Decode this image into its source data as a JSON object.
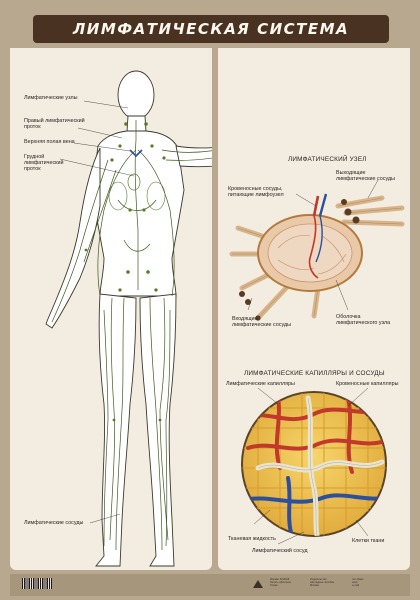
{
  "title": "ЛИМФАТИЧЕСКАЯ СИСТЕМА",
  "left_labels": {
    "lymph_nodes": "Лимфатические узлы",
    "right_duct": "Правый лимфатический\nпроток",
    "vena_cava": "Верхняя полая вена",
    "thoracic_duct": "Грудной\nлимфатический\nпроток",
    "vessels": "Лимфатические сосуды"
  },
  "node_section": {
    "heading": "ЛИМФАТИЧЕСКИЙ УЗЕЛ",
    "blood_vessels": "Кровеносные сосуды,\nпитающие лимфоузел",
    "outgoing": "Выходящие\nлимфатические сосуды",
    "incoming": "Входящие\nлимфатические сосуды",
    "capsule": "Оболочка\nлимфатического узла"
  },
  "capillary_section": {
    "heading": "ЛИМФАТИЧЕСКИЕ КАПИЛЛЯРЫ И СОСУДЫ",
    "lymph_capillaries": "Лимфатические капилляры",
    "blood_capillaries": "Кровеносные капилляры",
    "tissue_fluid": "Тканевая жидкость",
    "lymph_vessel": "Лимфатический сосуд",
    "tissue_cells": "Клетки ткани"
  },
  "colors": {
    "frame": "#b7a88f",
    "panel": "#f3ece0",
    "title_bg": "#4a3222",
    "lymph_green": "#5a7a2a",
    "node_fill": "#e9c9a8",
    "blood_red": "#c0392b",
    "blood_blue": "#2c4f9e",
    "cells_yellow": "#f2c94c"
  },
  "footer": {
    "print_info": "Формат 60x84/8\nПечать офсетная\nТираж",
    "publisher": "Издательство\nНаглядные пособия\nМосква",
    "contacts": "тел./факс\nwww\ne-mail"
  }
}
